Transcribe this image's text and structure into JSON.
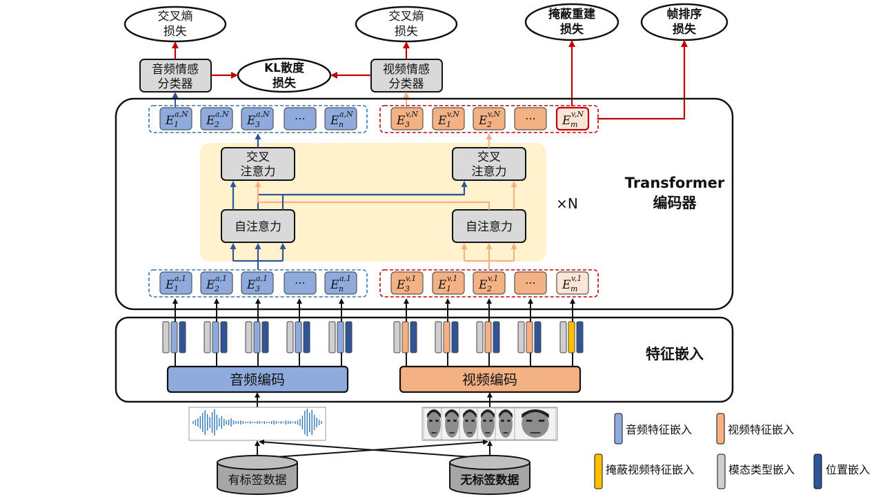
{
  "losses": {
    "audio_ce": [
      "交叉熵",
      "损失"
    ],
    "video_ce": [
      "交叉熵",
      "损失"
    ],
    "mask_recon": [
      "掩蔽重建",
      "损失"
    ],
    "frame_order": [
      "帧排序",
      "损失"
    ],
    "kl": [
      "KL散度",
      "损失"
    ]
  },
  "classifiers": {
    "audio": [
      "音频情感",
      "分类器"
    ],
    "video": [
      "视频情感",
      "分类器"
    ]
  },
  "transformer": {
    "cross_attention": [
      "交叉",
      "注意力"
    ],
    "self_attention": "自注意力",
    "repeat": "×N",
    "title": [
      "Transformer",
      "编码器"
    ]
  },
  "tokens": {
    "top_audio": [
      {
        "base": "E",
        "sub": "1",
        "sup": "a,N"
      },
      {
        "base": "E",
        "sub": "2",
        "sup": "a,N"
      },
      {
        "base": "E",
        "sub": "3",
        "sup": "a,N"
      },
      {
        "dots": "⋯"
      },
      {
        "base": "E",
        "sub": "n",
        "sup": "a,N"
      }
    ],
    "top_video": [
      {
        "base": "E",
        "sub": "3",
        "sup": "v,N"
      },
      {
        "base": "E",
        "sub": "1",
        "sup": "v,N"
      },
      {
        "base": "E",
        "sub": "2",
        "sup": "v,N"
      },
      {
        "dots": "⋯"
      },
      {
        "base": "E",
        "sub": "m",
        "sup": "v,N",
        "masked": true
      }
    ],
    "bottom_audio": [
      {
        "base": "E",
        "sub": "1",
        "sup": "a,1"
      },
      {
        "base": "E",
        "sub": "2",
        "sup": "a,1"
      },
      {
        "base": "E",
        "sub": "3",
        "sup": "a,1"
      },
      {
        "dots": "⋯"
      },
      {
        "base": "E",
        "sub": "n",
        "sup": "a,1"
      }
    ],
    "bottom_video": [
      {
        "base": "E",
        "sub": "3",
        "sup": "v,1"
      },
      {
        "base": "E",
        "sub": "1",
        "sup": "v,1"
      },
      {
        "base": "E",
        "sub": "2",
        "sup": "v,1"
      },
      {
        "dots": "⋯"
      },
      {
        "base": "E",
        "sub": "m",
        "sup": "v,1",
        "masked": true
      }
    ]
  },
  "embedding": {
    "title": "特征嵌入",
    "audio_encoder": "音频编码",
    "video_encoder": "视频编码"
  },
  "data_sources": {
    "labeled": "有标签数据",
    "unlabeled": "无标签数据"
  },
  "legend": [
    {
      "label": "音频特征嵌入",
      "color": "#8FAADC"
    },
    {
      "label": "视频特征嵌入",
      "color": "#F4B183"
    },
    {
      "label": "掩蔽视频特征嵌入",
      "color": "#FFC000"
    },
    {
      "label": "模态类型嵌入",
      "color": "#D0CECE"
    },
    {
      "label": "位置嵌入",
      "color": "#2F5597"
    }
  ],
  "colors": {
    "audio": "#8FAADC",
    "audio_dark": "#2F5597",
    "video": "#F4B183",
    "video_light": "#FBE5D6",
    "mask": "#FFC000",
    "modality": "#D0CECE",
    "loss_arrow": "#C00000",
    "transformer_bg": "#FFF2CC",
    "classifier": "#D9D9D9"
  }
}
